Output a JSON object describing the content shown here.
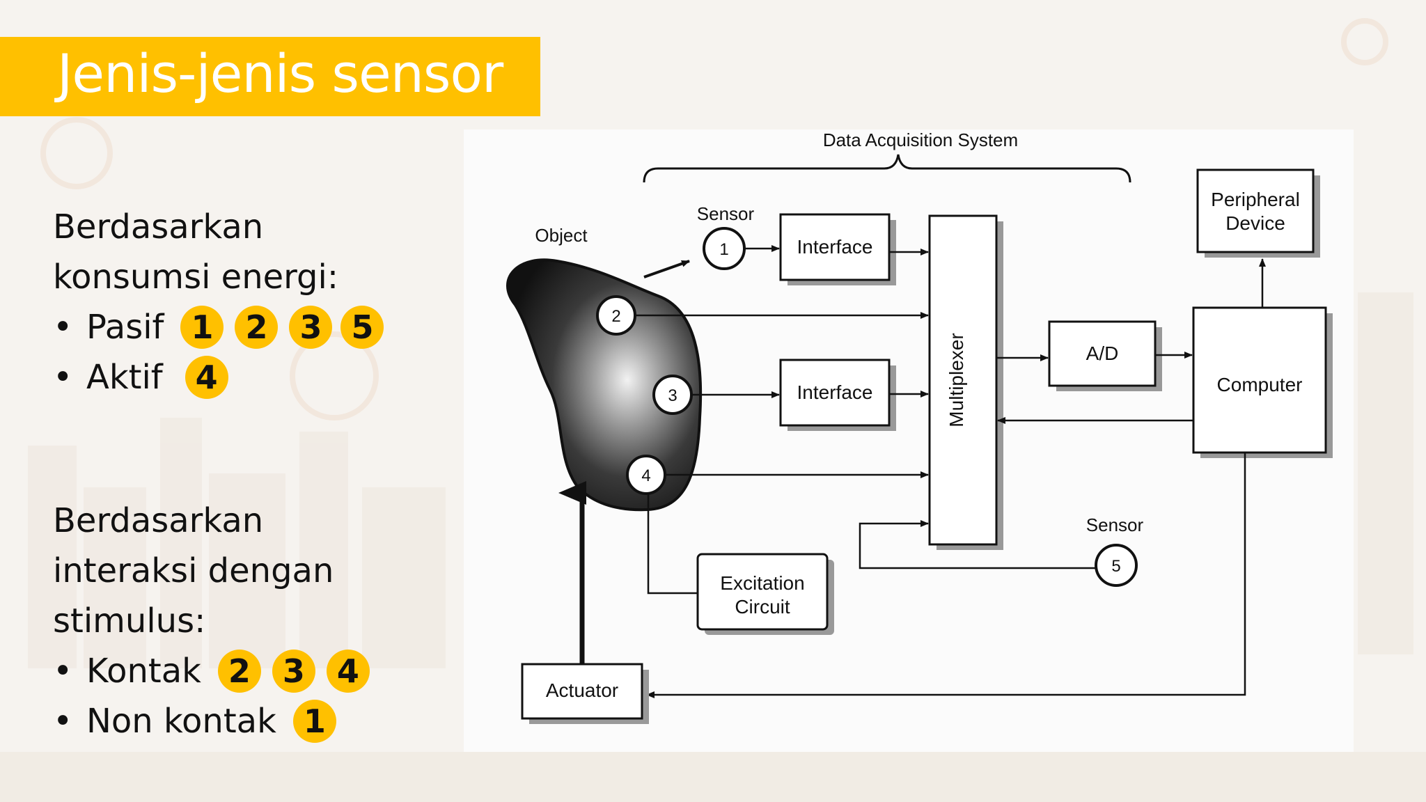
{
  "slide": {
    "title": "Jenis-jenis sensor"
  },
  "energy": {
    "heading_line1": "Berdasarkan",
    "heading_line2": "konsumsi energi:",
    "items": [
      {
        "bullet": "•",
        "label": "Pasif",
        "badges": [
          "1",
          "2",
          "3",
          "5"
        ]
      },
      {
        "bullet": "•",
        "label": "Aktif",
        "badges": [
          "4"
        ]
      }
    ]
  },
  "interaction": {
    "heading_line1": "Berdasarkan",
    "heading_line2": "interaksi dengan",
    "heading_line3": "stimulus:",
    "items": [
      {
        "bullet": "•",
        "label": "Kontak",
        "badges": [
          "2",
          "3",
          "4"
        ]
      },
      {
        "bullet": "•",
        "label": "Non kontak",
        "badges": [
          "1"
        ]
      }
    ]
  },
  "colors": {
    "accent": "#ffc000",
    "title_text": "#ffffff",
    "body_text": "#111111"
  },
  "diagram": {
    "system_label": "Data Acquisition System",
    "object_label": "Object",
    "sensor_label_top": "Sensor",
    "sensor_label_bottom": "Sensor",
    "interface_1": "Interface",
    "interface_2": "Interface",
    "multiplexer": "Multiplexer",
    "ad": "A/D",
    "peripheral_line1": "Peripheral",
    "peripheral_line2": "Device",
    "computer": "Computer",
    "excitation_line1": "Excitation",
    "excitation_line2": "Circuit",
    "actuator": "Actuator",
    "nodes": [
      "1",
      "2",
      "3",
      "4",
      "5"
    ]
  }
}
